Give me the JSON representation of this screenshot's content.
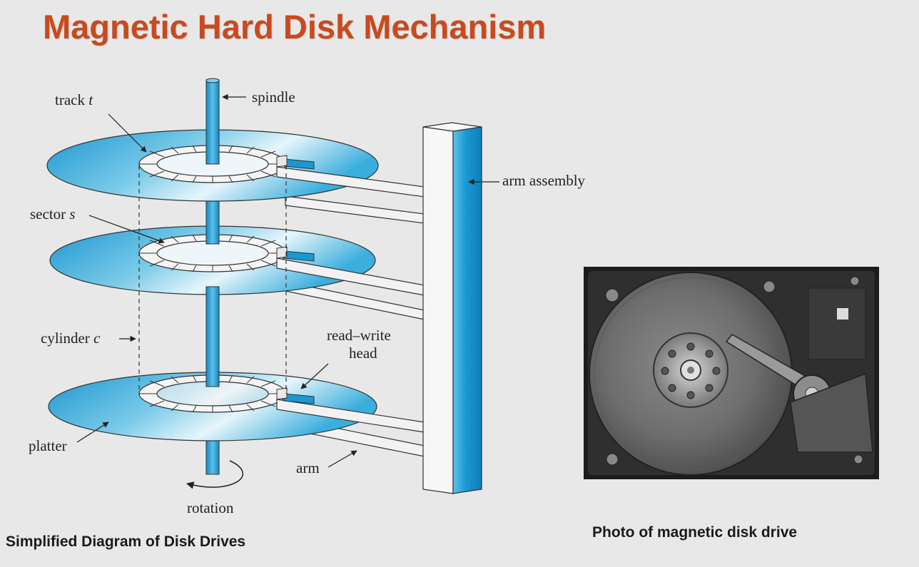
{
  "title": "Magnetic Hard Disk Mechanism",
  "diagram": {
    "labels": {
      "spindle": "spindle",
      "track": "track",
      "track_var": "t",
      "sector": "sector",
      "sector_var": "s",
      "cylinder": "cylinder",
      "cylinder_var": "c",
      "arm_assembly": "arm assembly",
      "read_write_1": "read–write",
      "read_write_2": "head",
      "platter": "platter",
      "arm": "arm",
      "rotation": "rotation"
    },
    "caption": "Simplified Diagram of Disk Drives"
  },
  "photo": {
    "caption": "Photo of magnetic disk drive"
  },
  "colors": {
    "title": "#c94a1e",
    "platter_blue": "#1e9fd6",
    "background": "#e8e8e8"
  }
}
